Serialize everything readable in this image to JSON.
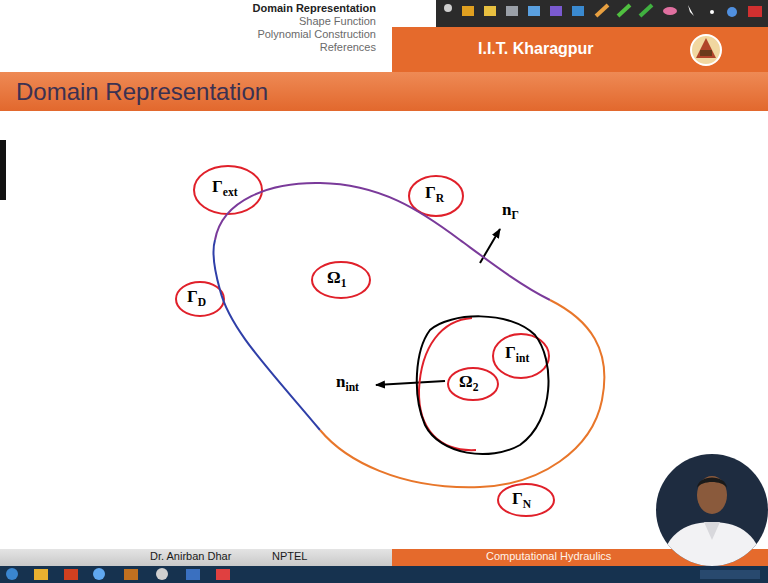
{
  "diagram": {
    "title": "Domain Representation",
    "nodes": [
      {
        "text": [
          "Ω1"
        ]
      },
      {
        "text": [
          "Ω2"
        ],
        "in": 0
      }
    ],
    "labels": [
      "Domain Representation",
      "Shape Function",
      "Polynomial Construction",
      "References",
      "I.I.T. Kharagpur",
      "Γext",
      "ΓR",
      "nΓ",
      "ΓD",
      "Γint",
      "nint",
      "ΓN",
      "Dr. Anirban Dhar",
      "NPTEL",
      "Computational Hydraulics"
    ]
  }
}
